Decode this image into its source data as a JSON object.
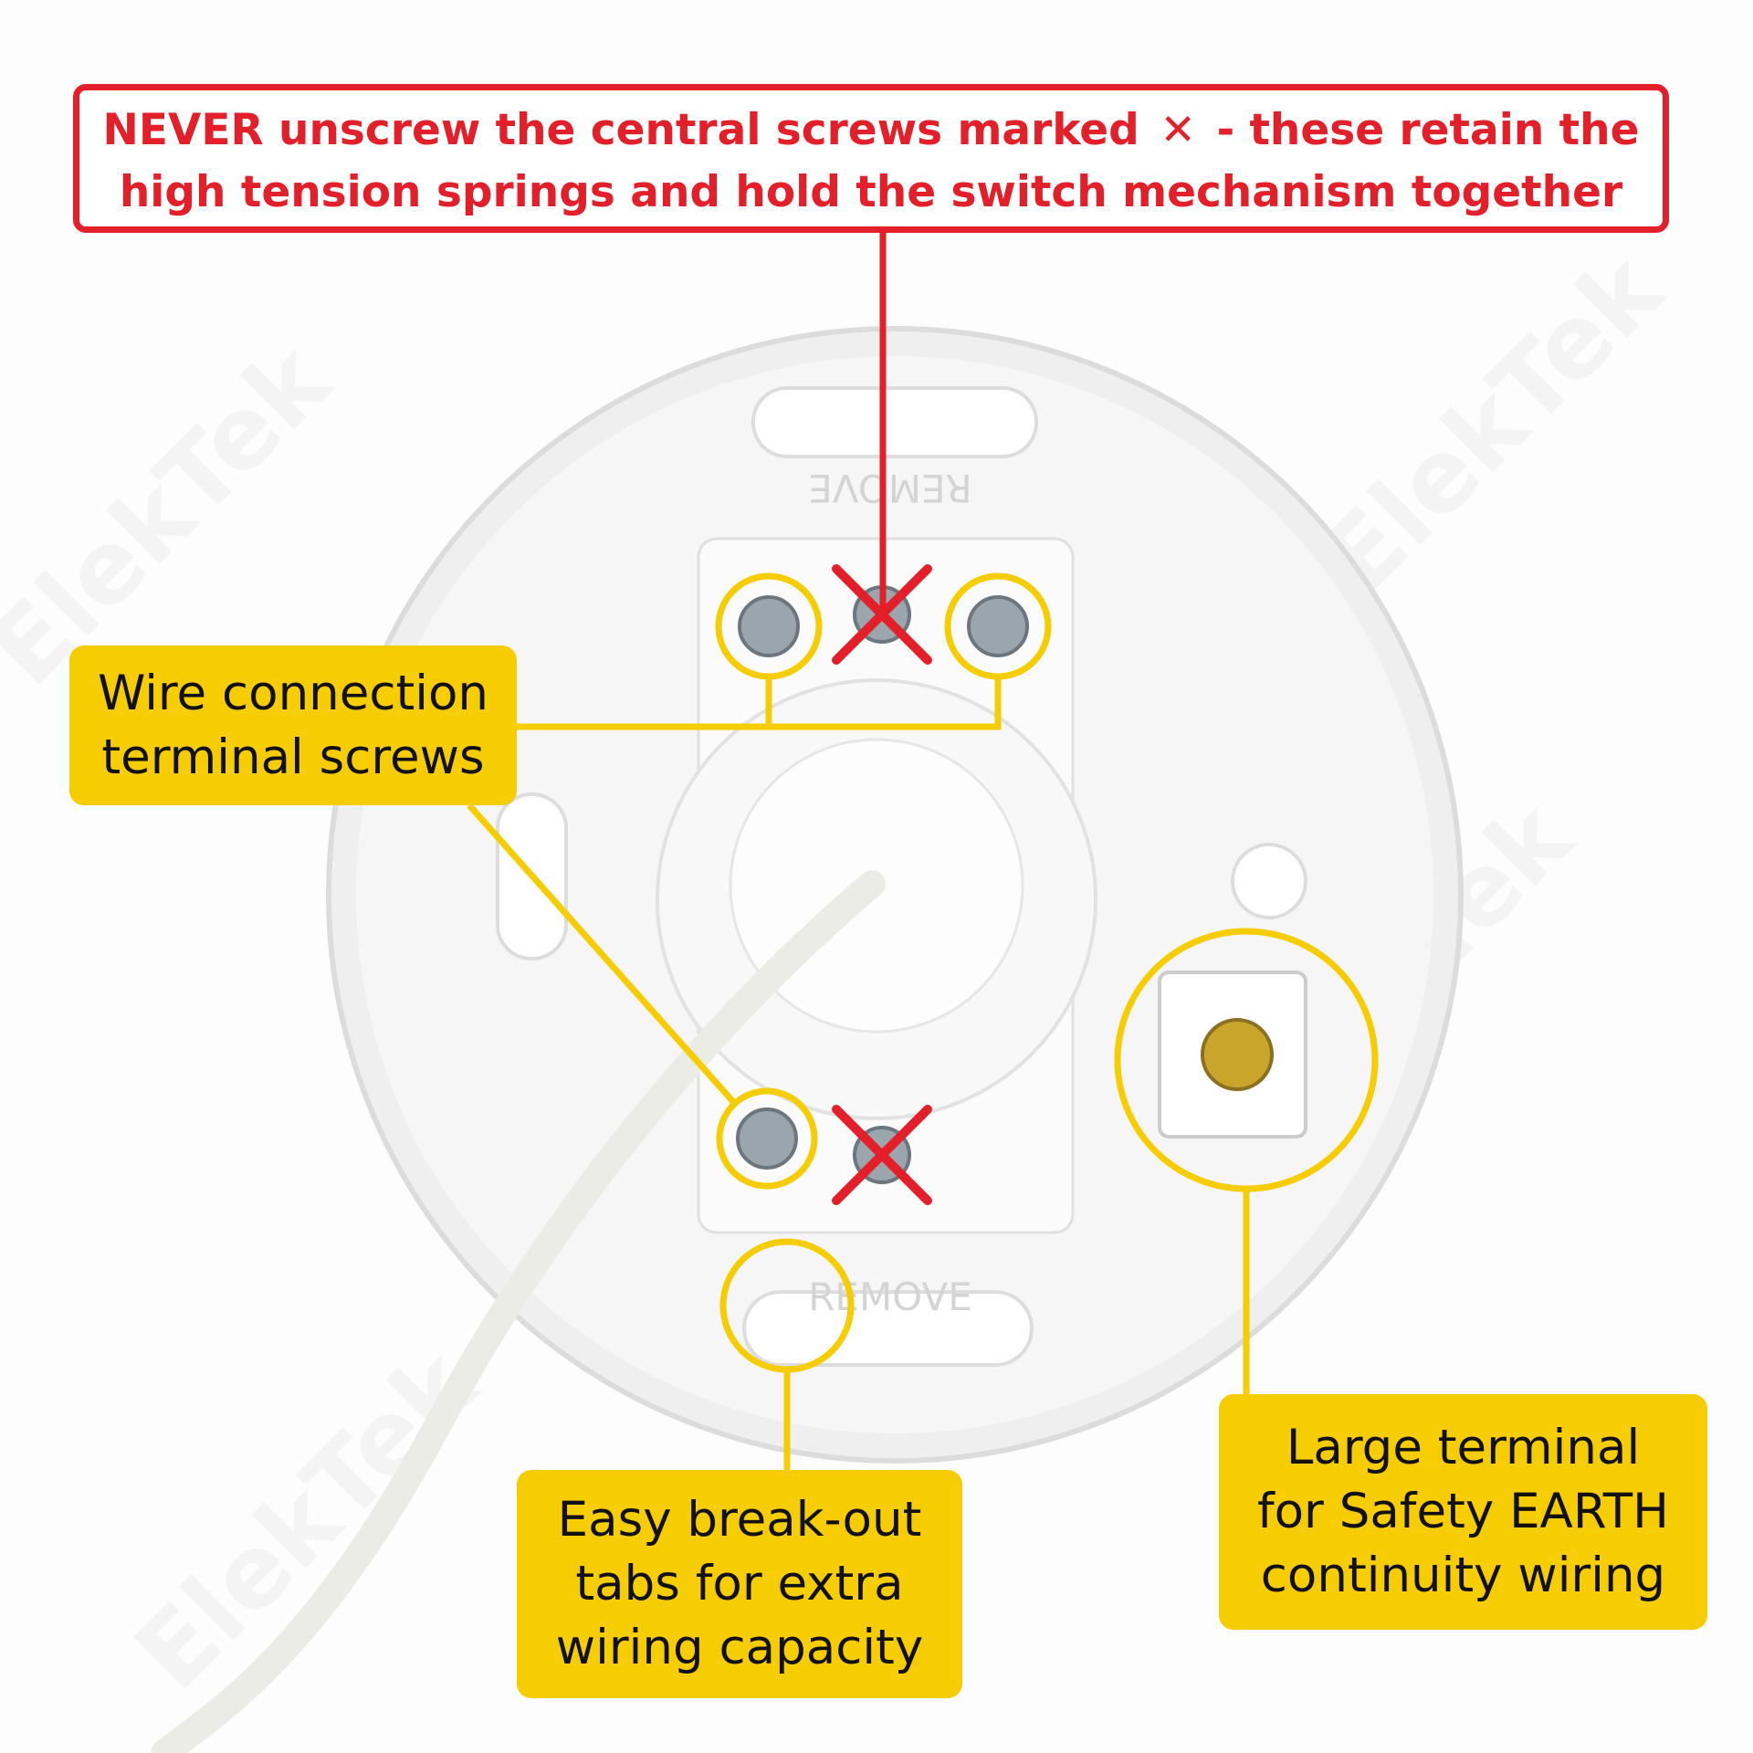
{
  "warning": {
    "line1_before": "NEVER unscrew the central screws marked",
    "x_mark": "✕",
    "line1_after": "- these retain the",
    "line2": "high tension springs and hold the switch mechanism together"
  },
  "labels": {
    "terminal_screws": [
      "Wire connection",
      "terminal screws"
    ],
    "breakout_tabs": [
      "Easy break-out",
      "tabs for extra",
      "wiring capacity"
    ],
    "earth_terminal": [
      "Large terminal",
      "for Safety EARTH",
      "continuity wiring"
    ]
  },
  "plate_text": [
    "REMOVE",
    "REMOVE"
  ],
  "watermark": "ElekTek",
  "colors": {
    "warning": "#e3202a",
    "callout": "#f6cc02",
    "plate": "#f4f4f4"
  }
}
